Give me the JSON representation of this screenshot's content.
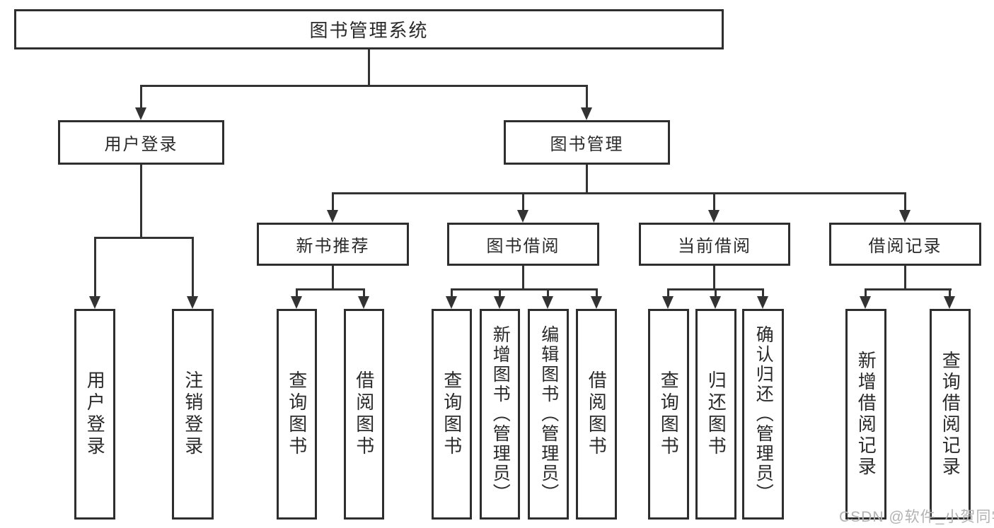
{
  "diagram": {
    "root": {
      "label": "图书管理系统"
    },
    "level2": {
      "user_login": {
        "label": "用户登录"
      },
      "book_management": {
        "label": "图书管理"
      }
    },
    "level3": {
      "new_book_recommend": {
        "label": "新书推荐"
      },
      "book_borrow": {
        "label": "图书借阅"
      },
      "current_borrow": {
        "label": "当前借阅"
      },
      "borrow_records": {
        "label": "借阅记录"
      }
    },
    "leaves": {
      "user_login": [
        "用户登录",
        "注销登录"
      ],
      "new_book_recommend": [
        "查询图书",
        "借阅图书"
      ],
      "book_borrow": [
        "查询图书",
        "新增图书（管理员）",
        "编辑图书（管理员）",
        "借阅图书"
      ],
      "current_borrow": [
        "查询图书",
        "归还图书",
        "确认归还（管理员）"
      ],
      "borrow_records": [
        "新增借阅记录",
        "查询借阅记录"
      ]
    }
  },
  "watermark": {
    "text": "CSDN @软件_小贺同学"
  },
  "colors": {
    "line": "#333333",
    "border": "#2e2e2e",
    "text": "#2a2a2a",
    "watermark": "#b2b2b2",
    "background": "#ffffff"
  }
}
